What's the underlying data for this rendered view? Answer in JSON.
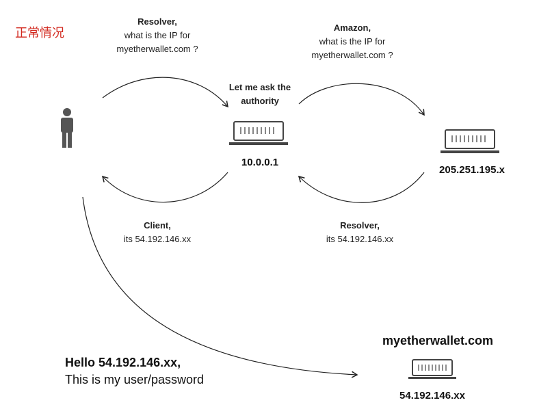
{
  "title": "正常情况",
  "labels": {
    "query_resolver_bold": "Resolver,",
    "query_resolver_line1": "what is the IP for",
    "query_resolver_line2": "myetherwallet.com ?",
    "ask_authority_line1": "Let me ask the",
    "ask_authority_line2": "authority",
    "query_amazon_bold": "Amazon,",
    "query_amazon_line1": "what is the IP for",
    "query_amazon_line2": "myetherwallet.com ?",
    "resolver_ip": "10.0.0.1",
    "authority_ip": "205.251.195.x",
    "reply_client_bold": "Client,",
    "reply_client_line": "its 54.192.146.xx",
    "reply_resolver_bold": "Resolver,",
    "reply_resolver_line": "its 54.192.146.xx",
    "site_name": "myetherwallet.com",
    "site_ip": "54.192.146.xx",
    "hello_line1": "Hello 54.192.146.xx,",
    "hello_line2": "This is my user/password"
  },
  "icons": {
    "user": "person-icon",
    "server": "server-icon"
  },
  "colors": {
    "title": "#d2281e",
    "stroke": "#222222"
  }
}
